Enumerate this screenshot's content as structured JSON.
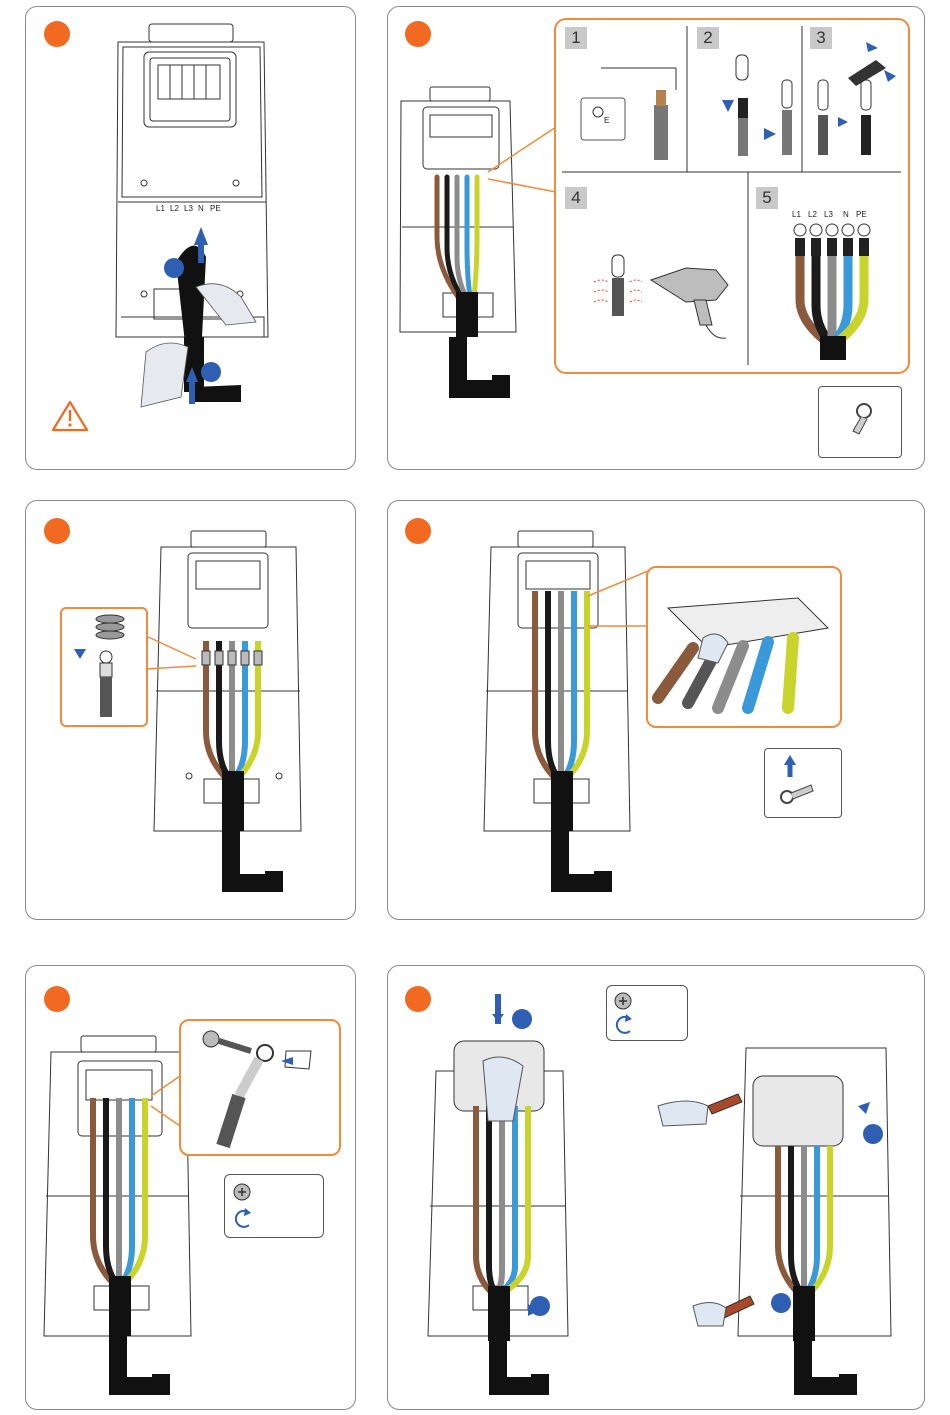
{
  "panel1": {
    "terminal_labels": [
      "L1",
      "L2",
      "L3",
      "N",
      "PE"
    ]
  },
  "panel2": {
    "substeps": [
      "1",
      "2",
      "3",
      "4",
      "5"
    ],
    "dimension_letter": "E",
    "wire_labels": [
      "L1",
      "L2",
      "L3",
      "N",
      "PE"
    ]
  },
  "colors": {
    "step_marker": "#f26a21",
    "substep_marker": "#2f5fb3",
    "callout_border": "#f08a3c",
    "wire_brown": "#8b5a3c",
    "wire_black": "#1a1a1a",
    "wire_grey": "#8c8c8c",
    "wire_blue": "#3a9ad9",
    "wire_yellow": "#c8d42a",
    "cable": "#1a1a1a"
  },
  "icons": [
    "warning-icon",
    "ring-terminal-icon",
    "screwdriver-icon",
    "rotate-clockwise-icon",
    "glove-icon",
    "heat-gun-icon",
    "crimp-tool-icon"
  ]
}
